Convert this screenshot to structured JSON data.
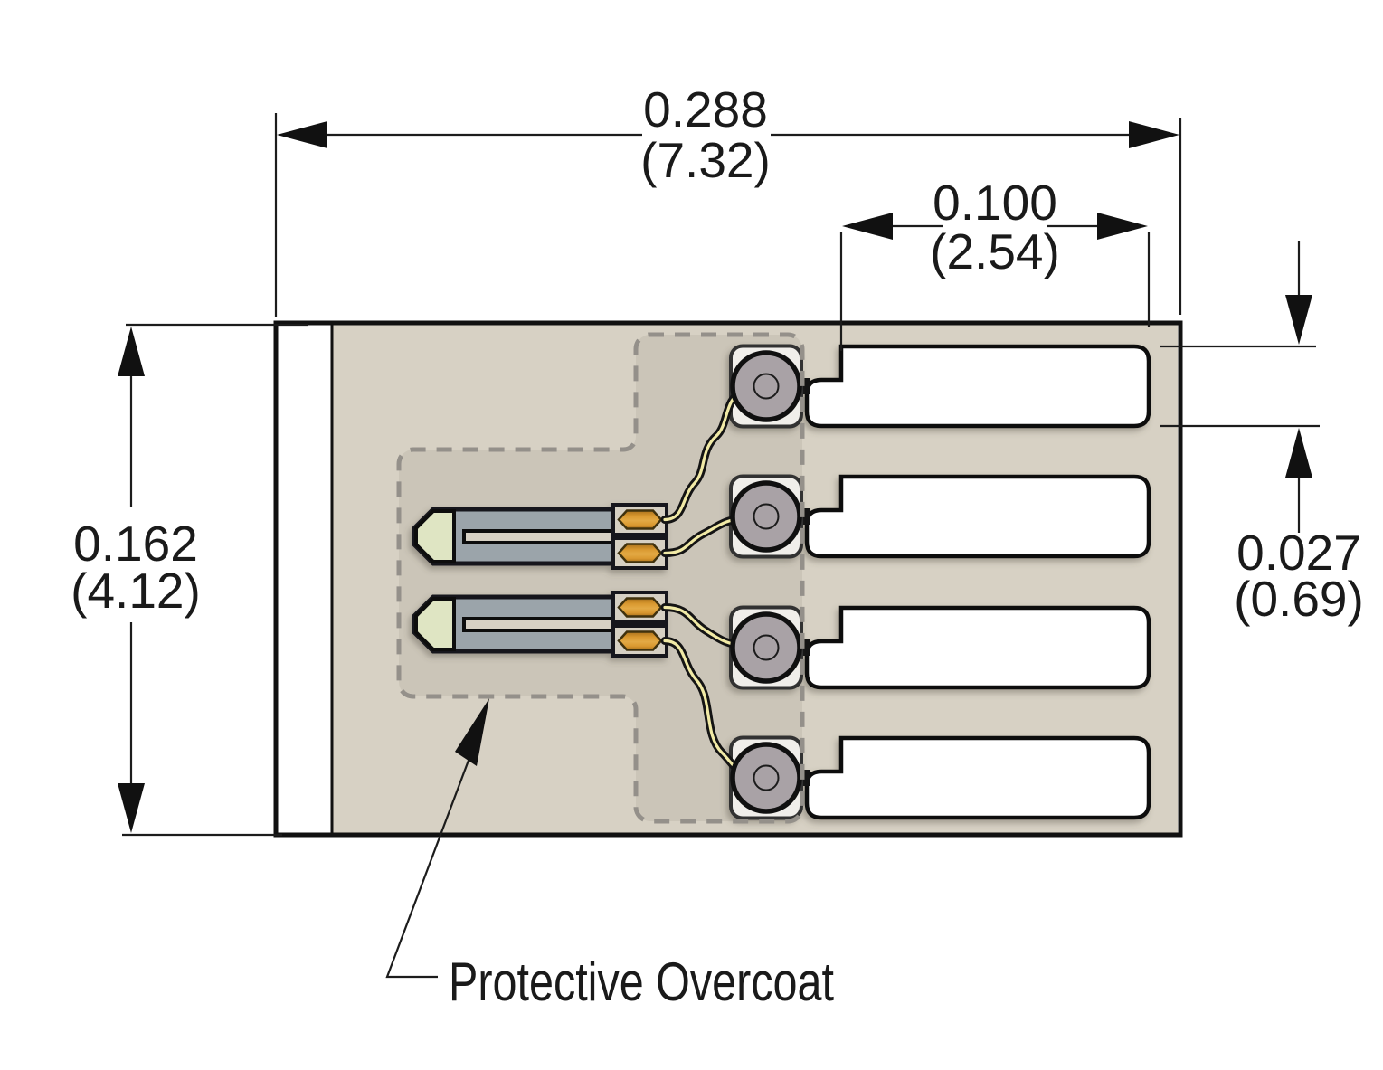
{
  "drawing": {
    "dimensions": {
      "overall_width": {
        "inches": "0.288",
        "millimeters": "(7.32)"
      },
      "pad_pitch": {
        "inches": "0.100",
        "millimeters": "(2.54)"
      },
      "overall_height": {
        "inches": "0.162",
        "millimeters": "(4.12)"
      },
      "pad_height": {
        "inches": "0.027",
        "millimeters": "(0.69)"
      }
    },
    "annotations": {
      "protective_overcoat": "Protective Overcoat"
    },
    "colors": {
      "carrier_tan": "#d7d1c4",
      "grid_gray": "#9ba4aa",
      "grid_tip_green": "#dfe5c3",
      "terminal_gray": "#a9a2a6",
      "solder_tab_orange": "#d9982f",
      "trace_yellow": "#f1eaa6",
      "overcoat_dash_gray": "#94908a"
    }
  }
}
